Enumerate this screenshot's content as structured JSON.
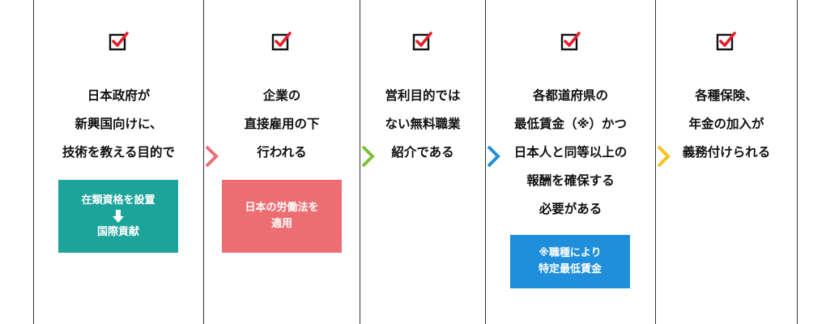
{
  "columns": [
    {
      "lines": [
        "日本政府が",
        "新興国向けに、",
        "技術を教える目的で"
      ],
      "box": {
        "lines": [
          "在類資格を設置",
          "国際貢献"
        ],
        "arrow": "down-arrow",
        "color": "#1ca39a"
      }
    },
    {
      "lines": [
        "企業の",
        "直接雇用の下",
        "行われる"
      ],
      "box": {
        "lines": [
          "日本の労働法を",
          "適用"
        ],
        "color": "#ec6e73"
      }
    },
    {
      "lines": [
        "営利目的では",
        "ない無料職業",
        "紹介である"
      ]
    },
    {
      "lines": [
        "各都道府県の",
        "最低賃金（※）かつ",
        "日本人と同等以上の",
        "報酬を確保する",
        "必要がある"
      ],
      "box": {
        "lines": [
          "※職種により",
          "特定最低賃金"
        ],
        "color": "#1f8fdc"
      }
    },
    {
      "lines": [
        "各種保険、",
        "年金の加入が",
        "義務付けられる"
      ]
    }
  ],
  "icons": {
    "check": "checkbox-checked-icon",
    "separator": "chevron-right-icon"
  },
  "colors": {
    "check_mark": "#e5202e",
    "arrow_pink": "#ec6e73",
    "arrow_green": "#7cc137",
    "arrow_blue": "#1f8fdc",
    "arrow_yellow": "#f6c21a",
    "divider": "#333333"
  }
}
